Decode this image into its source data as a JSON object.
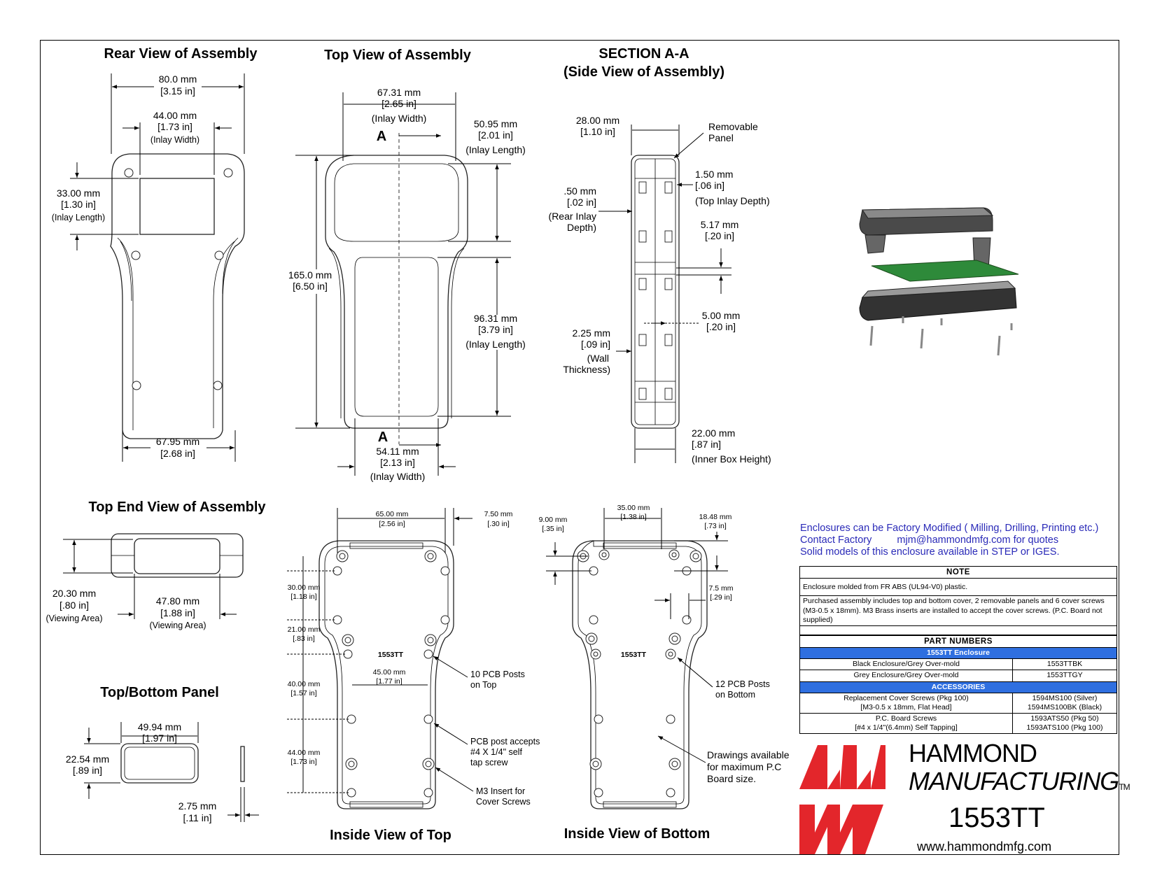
{
  "views": {
    "rear": "Rear View of Assembly",
    "top": "Top View of Assembly",
    "section_1": "SECTION A-A",
    "section_2": "(Side View of Assembly)",
    "top_end": "Top End View of Assembly",
    "panel": "Top/Bottom Panel",
    "inside_top": "Inside View of Top",
    "inside_bottom": "Inside View of Bottom"
  },
  "dims": {
    "rear_w_mm": "80.0 mm",
    "rear_w_in": "[3.15 in]",
    "rear_inlay_w_mm": "44.00 mm",
    "rear_inlay_w_in": "[1.73 in]",
    "rear_inlay_w_lbl": "(Inlay Width)",
    "rear_inlay_l_mm": "33.00 mm",
    "rear_inlay_l_in": "[1.30 in]",
    "rear_inlay_l_lbl": "(Inlay Length)",
    "rear_bot_mm": "67.95 mm",
    "rear_bot_in": "[2.68 in]",
    "top_inlay_w_mm": "67.31 mm",
    "top_inlay_w_in": "[2.65 in]",
    "top_inlay_w_lbl": "(Inlay Width)",
    "top_inlay_l1_mm": "50.95 mm",
    "top_inlay_l1_in": "[2.01 in]",
    "top_inlay_l1_lbl": "(Inlay Length)",
    "top_len_mm": "165.0 mm",
    "top_len_in": "[6.50 in]",
    "top_inlay_l2_mm": "96.31 mm",
    "top_inlay_l2_in": "[3.79 in]",
    "top_inlay_l2_lbl": "(Inlay Length)",
    "top_bot_w_mm": "54.11 mm",
    "top_bot_w_in": "[2.13 in]",
    "top_bot_w_lbl": "(Inlay Width)",
    "section_marker": "A",
    "sec_w_mm": "28.00 mm",
    "sec_w_in": "[1.10 in]",
    "sec_removable": "Removable",
    "sec_panel": "Panel",
    "sec_tid_mm": "1.50 mm",
    "sec_tid_in": "[.06 in]",
    "sec_tid_lbl": "(Top Inlay Depth)",
    "sec_rid_mm": ".50 mm",
    "sec_rid_in": "[.02 in]",
    "sec_rid_lbl1": "(Rear Inlay",
    "sec_rid_lbl2": "Depth)",
    "sec_517_mm": "5.17 mm",
    "sec_517_in": "[.20 in]",
    "sec_500_mm": "5.00 mm",
    "sec_500_in": "[.20 in]",
    "sec_wall_mm": "2.25 mm",
    "sec_wall_in": "[.09 in]",
    "sec_wall_lbl1": "(Wall",
    "sec_wall_lbl2": "Thickness)",
    "sec_ibh_mm": "22.00 mm",
    "sec_ibh_in": "[.87 in]",
    "sec_ibh_lbl": "(Inner Box Height)",
    "te_h_mm": "20.30 mm",
    "te_h_in": "[.80 in]",
    "te_h_lbl": "(Viewing Area)",
    "te_w_mm": "47.80 mm",
    "te_w_in": "[1.88 in]",
    "te_w_lbl": "(Viewing Area)",
    "pn_w_mm": "49.94 mm",
    "pn_w_in": "[1.97 in]",
    "pn_h_mm": "22.54 mm",
    "pn_h_in": "[.89 in]",
    "pn_t_mm": "2.75 mm",
    "pn_t_in": "[.11 in]",
    "it_65_mm": "65.00 mm",
    "it_65_in": "[2.56 in]",
    "it_750_mm": "7.50 mm",
    "it_750_in": "[.30 in]",
    "it_30_mm": "30.00 mm",
    "it_30_in": "[1.18 in]",
    "it_21_mm": "21.00 mm",
    "it_21_in": "[.83 in]",
    "it_45_mm": "45.00 mm",
    "it_45_in": "[1.77 in]",
    "it_40_mm": "40.00 mm",
    "it_40_in": "[1.57 in]",
    "it_44_mm": "44.00 mm",
    "it_44_in": "[1.73 in]",
    "it_model": "1553TT",
    "it_posts_1": "10 PCB Posts",
    "it_posts_2": "on Top",
    "it_accepts_1": "PCB post accepts",
    "it_accepts_2": "#4 X 1/4\" self",
    "it_accepts_3": "tap screw",
    "it_m3_1": "M3 Insert for",
    "it_m3_2": "Cover Screws",
    "ib_9_mm": "9.00 mm",
    "ib_9_in": "[.35 in]",
    "ib_35_mm": "35.00 mm",
    "ib_35_in": "[1.38 in]",
    "ib_1848_mm": "18.48 mm",
    "ib_1848_in": "[.73 in]",
    "ib_75_mm": "7.5 mm",
    "ib_75_in": "[.29 in]",
    "ib_model": "1553TT",
    "ib_posts_1": "12 PCB Posts",
    "ib_posts_2": "on Bottom",
    "ib_draw_1": "Drawings available",
    "ib_draw_2": "for maximum P.C",
    "ib_draw_3": "Board size."
  },
  "info": {
    "line1": "Enclosures can be Factory Modified ( Milling, Drilling, Printing etc.)",
    "line2_label": "Contact Factory",
    "line2_email": "mjm@hammondmfg.com for quotes",
    "line3": "Solid models of this enclosure available in STEP or IGES."
  },
  "note": {
    "header": "NOTE",
    "row1": "Enclosure molded from FR ABS (UL94-V0) plastic.",
    "row2": "Purchased assembly includes top and bottom cover, 2 removable panels and 6 cover screws (M3-0.5 x 18mm). M3 Brass inserts are installed to accept the cover screws. (P.C. Board not supplied)"
  },
  "parts": {
    "header": "PART NUMBERS",
    "enclosure_band": "1553TT Enclosure",
    "rows": [
      {
        "desc": "Black Enclosure/Grey Over-mold",
        "pn": "1553TTBK"
      },
      {
        "desc": "Grey Enclosure/Grey Over-mold",
        "pn": "1553TTGY"
      }
    ],
    "accessories_band": "ACCESSORIES",
    "acc": [
      {
        "desc1": "Replacement Cover Screws (Pkg 100)",
        "desc2": "[M3-0.5 x 18mm, Flat Head]",
        "pn1": "1594MS100 (Silver)",
        "pn2": "1594MS100BK (Black)"
      },
      {
        "desc1": "P.C. Board Screws",
        "desc2": "[#4 x 1/4\"(6.4mm) Self Tapping]",
        "pn1": "1593ATS50 (Pkg 50)",
        "pn2": "1593ATS100 (Pkg 100)"
      }
    ]
  },
  "brand": {
    "name_1": "HAMMOND",
    "name_2": "MANUFACTURING",
    "tm": "TM",
    "model": "1553TT",
    "website": "www.hammondmfg.com",
    "logo_color": "#e3262b",
    "link_color": "#2a2ab8",
    "band_color": "#2f6fe0"
  }
}
